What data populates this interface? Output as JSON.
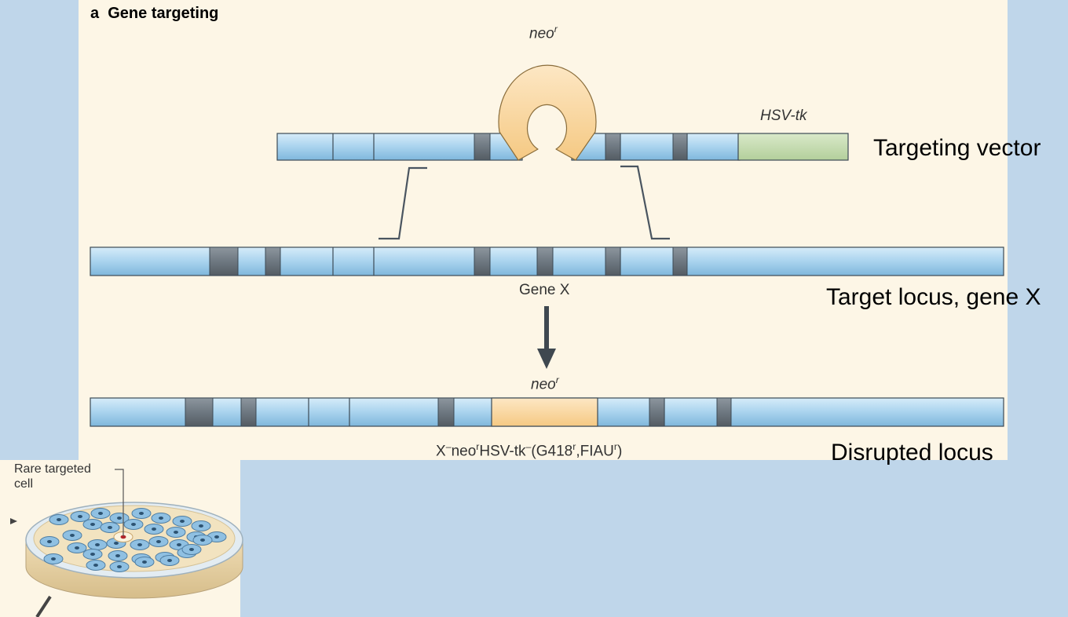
{
  "panel": {
    "letter": "a",
    "title": "Gene targeting"
  },
  "labels": {
    "neo_top": "neo",
    "neo_top_sup": "r",
    "hsv_tk": "HSV-tk",
    "targeting_vector": "Targeting vector",
    "gene_x": "Gene X",
    "target_locus": "Target locus, gene X",
    "neo_bottom": "neo",
    "neo_bottom_sup": "r",
    "genotype_a": "X",
    "genotype_b": "neo",
    "genotype_b_sup": "r",
    "genotype_c": "HSV-tk",
    "genotype_d": "(G418",
    "genotype_d_sup": "r",
    "genotype_e": ",FIAU",
    "genotype_e_sup": "r",
    "genotype_f": ")",
    "disrupted_locus": "Disrupted locus",
    "rare_targeted_cell_line1": "Rare targeted",
    "rare_targeted_cell_line2": "cell"
  },
  "colors": {
    "background": "#bfd6ea",
    "panel": "#fdf6e6",
    "dna_blue": "#a9d3ee",
    "exon_grey": "#6e7881",
    "neo_orange": "#fbd9a3",
    "hsv_green": "#c6dcb2",
    "dish": "#f4e6c8",
    "cell_blue": "#6fa6cf",
    "targeted_cell": "#b3262b"
  }
}
